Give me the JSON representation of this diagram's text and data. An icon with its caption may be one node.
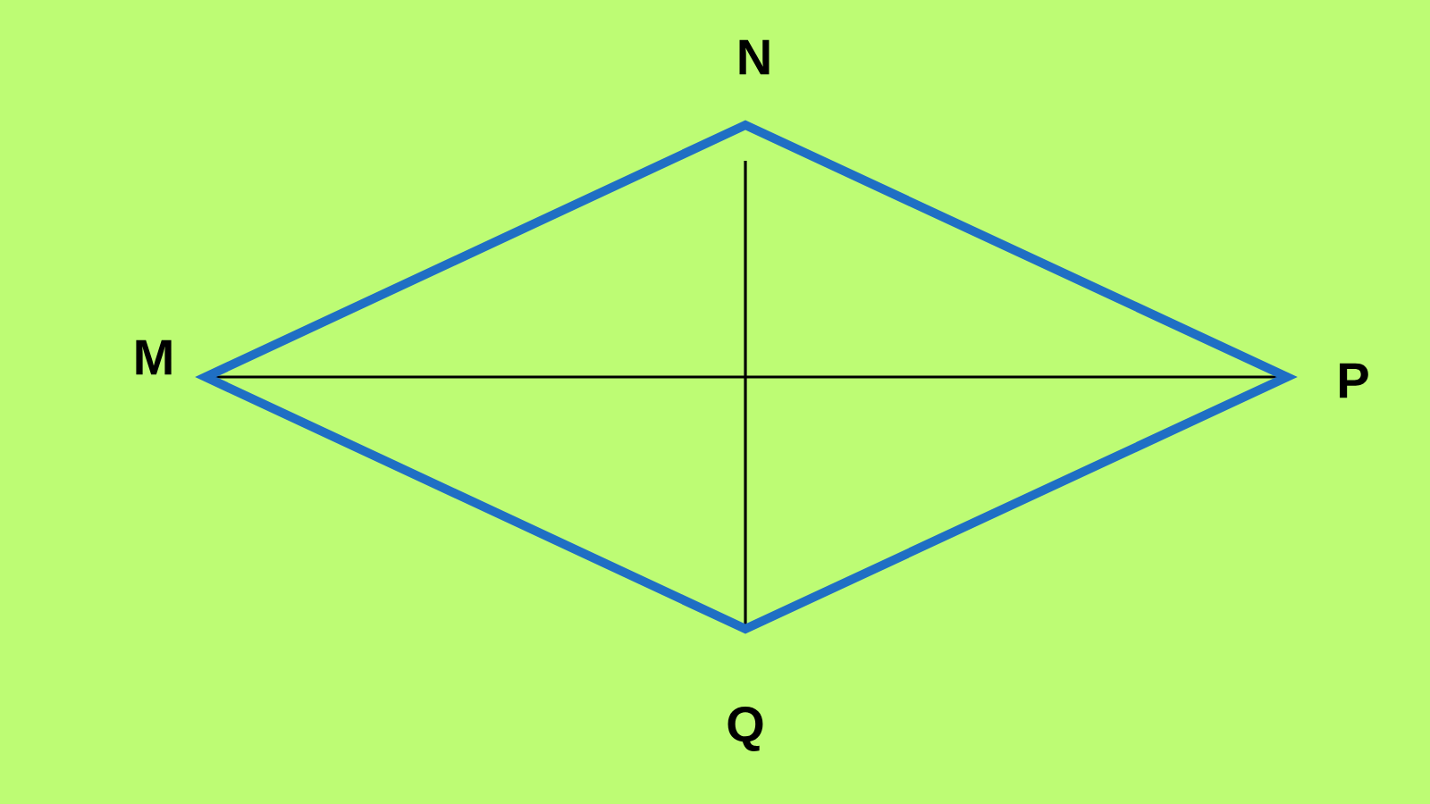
{
  "diagram": {
    "labels": [
      "N",
      "M",
      "P",
      "Q"
    ]
  }
}
